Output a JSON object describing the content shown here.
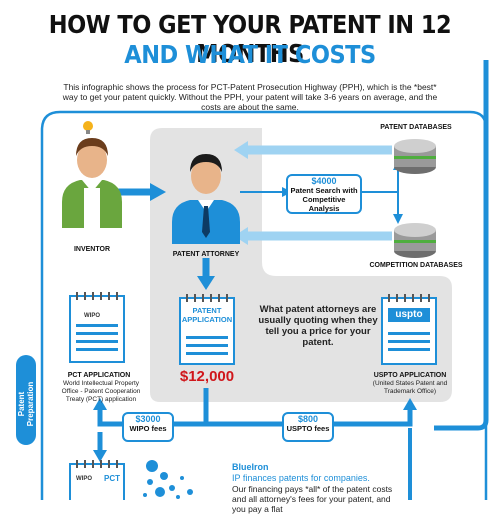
{
  "title": {
    "line1": "HOW TO GET YOUR PATENT IN 12 MONTHS",
    "line2": "AND WHAT IT COSTS"
  },
  "intro": "This infographic shows the process for PCT-Patent Prosecution Highway (PPH), which is the *best* way to get your patent quickly. Without the PPH, your patent will take 3-6 years on average, and the costs are about the same.",
  "actors": {
    "inventor": "INVENTOR",
    "attorney": "PATENT ATTORNEY",
    "patent_databases": "PATENT DATABASES",
    "competition_databases": "COMPETITION DATABASES"
  },
  "search": {
    "amount": "$4000",
    "label": "Patent Search with Competitive Analysis"
  },
  "patent_application": {
    "label": "PATENT APPLICATION",
    "amount": "$12,000"
  },
  "middle_note": "What patent attorneys are usually quoting when they tell you a price for your patent.",
  "pct": {
    "logo": "WIPO",
    "title": "PCT APPLICATION",
    "desc": "World Intellectual Property Office - Patent Cooperation Treaty (PCT) application"
  },
  "uspto": {
    "logo": "uspto",
    "title": "USPTO APPLICATION",
    "desc": "(United States Patent and Trademark Office)"
  },
  "fees": {
    "wipo": {
      "amount": "$3000",
      "label": "WIPO fees"
    },
    "uspto": {
      "amount": "$800",
      "label": "USPTO fees"
    }
  },
  "bottom": {
    "pct_doc_logo": "WIPO",
    "pct_doc_tag": "PCT",
    "company": "BlueIron",
    "headline": "IP finances patents for companies.",
    "body": "Our financing pays *all* of the patent costs and all attorney's fees for your patent, and you pay a flat"
  },
  "side_tab": "Patent Preparation",
  "colors": {
    "blue": "#1e8fd8",
    "red": "#d0161b",
    "gray_panel": "#e3e3e3",
    "green": "#6aa63e"
  }
}
